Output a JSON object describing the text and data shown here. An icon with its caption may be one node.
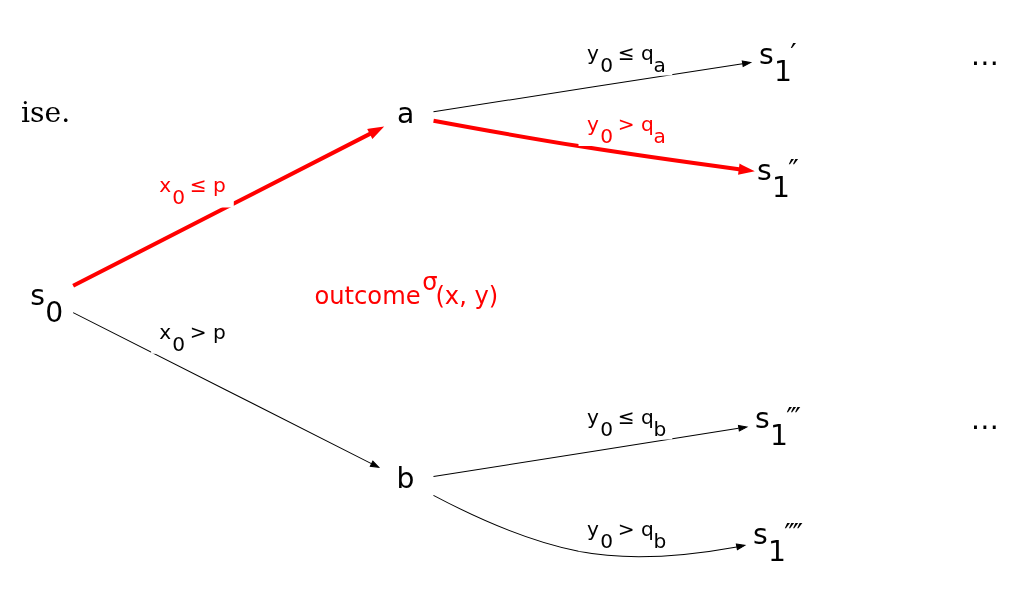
{
  "diagram": {
    "nodes": [
      {
        "text": [
          "s$_{0}$"
        ]
      },
      {
        "text": [
          "a"
        ]
      },
      {
        "text": [
          "b"
        ]
      },
      {
        "text": [
          "s$_{1}$′"
        ]
      },
      {
        "text": [
          "s$_{1}$″"
        ]
      },
      {
        "text": [
          "s$_{1}$‴"
        ]
      },
      {
        "text": [
          "s$_{1}$⁗"
        ]
      }
    ],
    "edges": [
      {
        "from": 0,
        "to": 1,
        "arrow": "to",
        "label": "x$_{0}$ ≤ p",
        "style": "thick",
        "color": "#ff0000"
      },
      {
        "from": 0,
        "to": 2,
        "arrow": "to",
        "label": "x$_{0}$ > p"
      },
      {
        "from": 1,
        "to": 3,
        "arrow": "to",
        "label": "y$_{0}$ ≤ q$_{a}$"
      },
      {
        "from": 1,
        "to": 4,
        "arrow": "to",
        "label": "y$_{0}$ > q$_{a}$",
        "style": "thick",
        "color": "#ff0000"
      },
      {
        "from": 2,
        "to": 5,
        "arrow": "to",
        "label": "y$_{0}$ ≤ q$_{b}$"
      },
      {
        "from": 2,
        "to": 6,
        "arrow": "to",
        "label": "y$_{0}$ > q$_{b}$"
      }
    ],
    "labels": [
      "ise.",
      "…",
      "outcome$^{σ}$(x, y)",
      "…"
    ]
  }
}
